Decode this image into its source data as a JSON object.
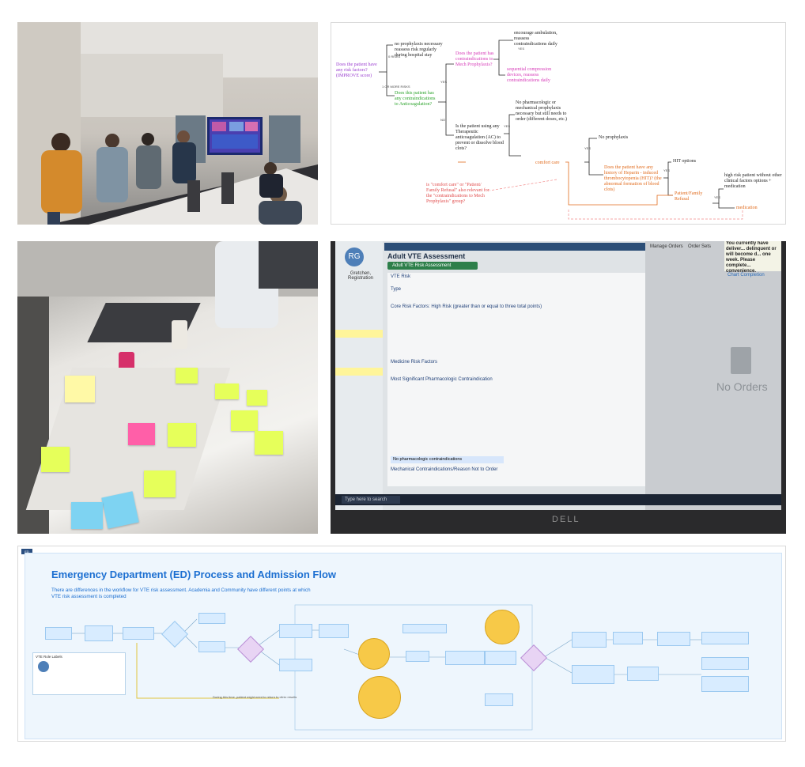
{
  "flowchart": {
    "q1": "Does the patient have any risk factors? (IMPROVE score)",
    "b_nrisk": "0 RISKS",
    "b_risk": "1 OR MORE RISKS",
    "no_proph": "no prophylaxis necessary reassess risk regularly during hospital stay",
    "q_contra_ac": "Does this patient has any contraindications to Anticoagulation?",
    "q_contra_mech": "Does the patient has contraindications to Mech Prophylaxis?",
    "encourage": "encourage ambulation, reassess contraindications daily",
    "sequential": "sequential compression devices, reassess contraindications daily",
    "q_therapeutic": "Is the patient using any Therapeutic anticoagulation (AC) to prevent or dissolve blood clots?",
    "no_pharm": "No pharmacologic or mechanical prophylaxis necessary but still needs to order (different doses, etc.)",
    "comfort": "comfort care",
    "no_proph2": "No prophylaxis",
    "q_hit": "Does the patient have any history of Heparin - induced thrombocytopenia (HIT)? (the abnormal formation of blood clots)",
    "hit_options": "HIT options",
    "refusal": "Patient/Family Refusal",
    "high_risk": "high risk patient without other clinical factors options + medication",
    "medication": "medication",
    "question_note": "is \"comfort care\" or \"Patient/ Family Refusal\" also relevant for the \"contraindications to Mech Prophylaxis\" group?",
    "yes": "YES",
    "no": "NO"
  },
  "ehr": {
    "initials": "RG",
    "patient_name": "Gretchen, Registration",
    "header": "Adult VTE Assessment",
    "tab": "Adult VTE Risk Assessment",
    "vte_risk": "VTE Risk",
    "type": "Type",
    "core_risk": "Core Risk Factors: High Risk (greater than or equal to three total points)",
    "medicine_risk": "Medicine Risk Factors",
    "most_significant": "Most Significant Pharmacologic Contraindication",
    "mechanical": "Mechanical Contraindications/Reason Not to Order",
    "no_pharm": "No pharmacologic contraindications",
    "search": "Type here to search",
    "manage_orders": "Manage Orders",
    "order_sets": "Order Sets",
    "no_orders": "No Orders",
    "notice": "You currently have deliver... delinquent or will become d... one week. Please complete... convenience.",
    "chart_completion": "Chart Completion",
    "brand": "DELL"
  },
  "ed": {
    "badge": "ED",
    "title": "Emergency Department (ED) Process and Admission Flow",
    "subtitle": "There are differences in the workflow for VTE risk assessment. Academia and Community have different points at which VTE risk assessment is completed",
    "legend_title": "VTE Role Labels",
    "during_note": "During this time, patient might need to return to clinic results"
  }
}
